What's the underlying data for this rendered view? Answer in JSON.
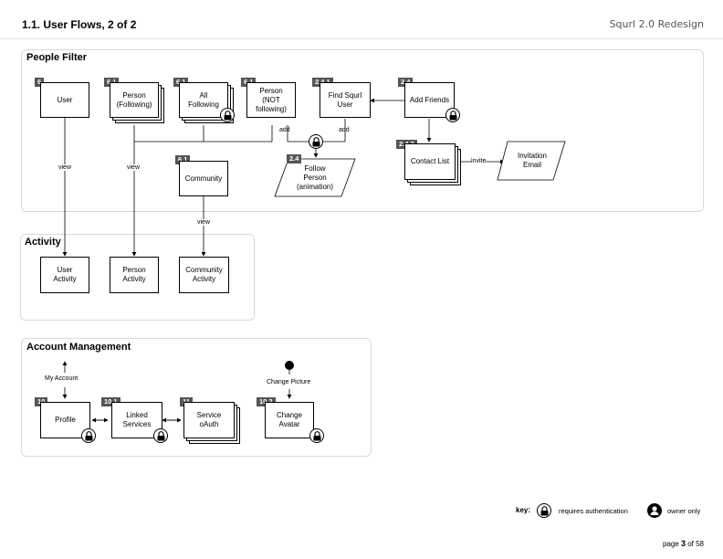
{
  "header": {
    "title": "1.1. User Flows, 2 of 2",
    "app": "Squrl 2.0 Redesign"
  },
  "groups": {
    "people_filter": "People Filter",
    "activity": "Activity",
    "account_management": "Account Management"
  },
  "nodes": {
    "user": {
      "badge": "6",
      "label": "User"
    },
    "person_following": {
      "badge": "6.1",
      "label": "Person\n(Following)"
    },
    "all_following": {
      "badge": "6.1",
      "label": "All\nFollowing"
    },
    "person_not_following": {
      "badge": "6.1",
      "label": "Person\n(NOT\nfollowing)"
    },
    "find_squrl_user": {
      "badge": "2.4.1",
      "label": "Find Squrl\nUser"
    },
    "add_friends": {
      "badge": "2.4",
      "label": "Add Friends"
    },
    "community": {
      "badge": "6.1",
      "label": "Community"
    },
    "follow_person": {
      "badge": "2.4",
      "label": "Follow\nPerson\n(animation)"
    },
    "contact_list": {
      "badge": "2.4.2",
      "label": "Contact List"
    },
    "invitation_email": {
      "label": "Invitation\nEmail"
    },
    "user_activity": {
      "label": "User\nActivity"
    },
    "person_activity": {
      "label": "Person\nActivity"
    },
    "community_activity": {
      "label": "Community\nActivity"
    },
    "profile": {
      "badge": "10",
      "label": "Profile"
    },
    "linked_services": {
      "badge": "10.1",
      "label": "Linked\nServices"
    },
    "service_oauth": {
      "badge": "11",
      "label": "Service\noAuth"
    },
    "change_avatar": {
      "badge": "10.2",
      "label": "Change\nAvatar"
    }
  },
  "edge_labels": {
    "view_user": "view",
    "view_person": "view",
    "view_community": "view",
    "add_left": "add",
    "add_right": "add",
    "invite": "invite",
    "my_account": "My Account",
    "change_picture": "Change Picture"
  },
  "key": {
    "label": "key:",
    "requires_auth": "requires authentication",
    "owner_only": "owner only"
  },
  "footer": {
    "prefix": "page ",
    "current": "3",
    "suffix": " of 58"
  },
  "colors": {
    "badge": "#555555",
    "group_border": "#d9d9d9"
  },
  "icons": {
    "lock": "lock-icon",
    "owner": "owner-icon"
  }
}
